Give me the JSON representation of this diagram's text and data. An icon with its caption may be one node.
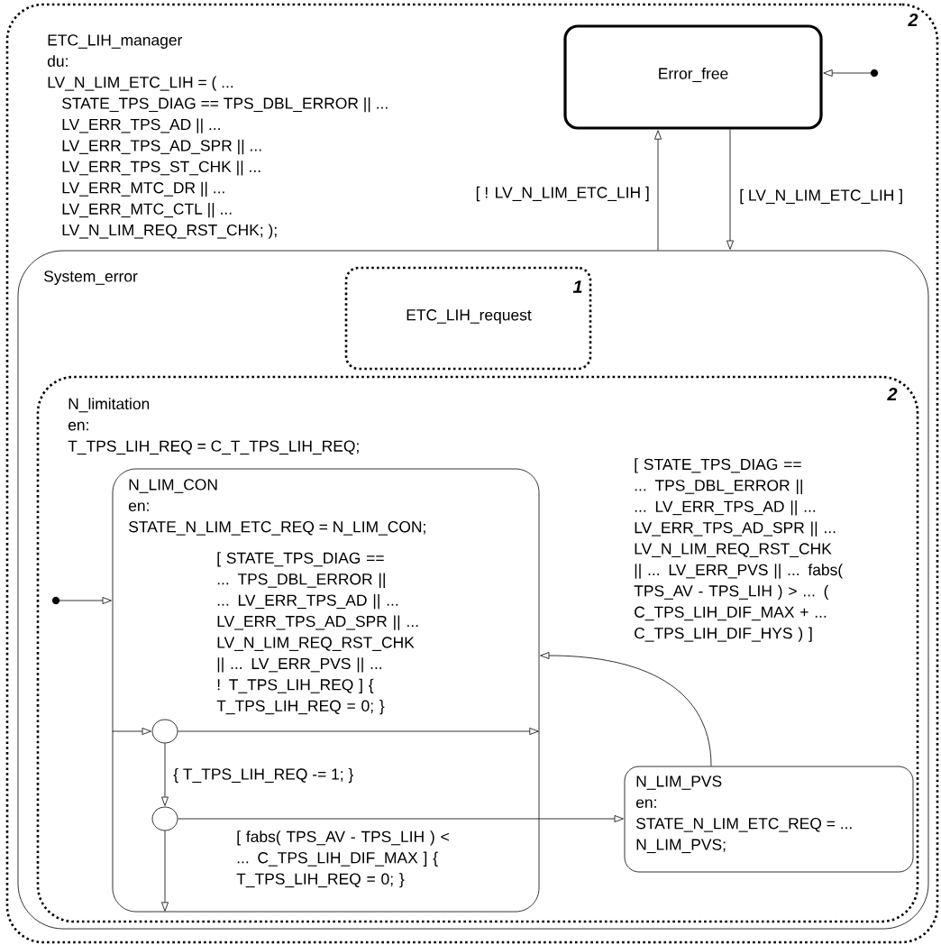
{
  "diagram": {
    "nodes": [
      {
        "text": [
          "ETC_LIH_manager",
          "du:",
          "LV_N_LIM_ETC_LIH = ( ...",
          "STATE_TPS_DIAG == TPS_DBL_ERROR || ...",
          "LV_ERR_TPS_AD || ...",
          "LV_ERR_TPS_AD_SPR || ...",
          "LV_ERR_TPS_ST_CHK || ...",
          "LV_ERR_MTC_DR || ...",
          "LV_ERR_MTC_CTL || ...",
          "LV_N_LIM_REQ_RST_CHK; );"
        ]
      },
      {
        "text": [
          "Error_free"
        ],
        "in": 0
      },
      {
        "text": [
          "System_error"
        ],
        "in": 0
      },
      {
        "text": [
          "ETC_LIH_request"
        ],
        "in": 2
      },
      {
        "text": [
          "N_limitation",
          "en:",
          "T_TPS_LIH_REQ = C_T_TPS_LIH_REQ;"
        ],
        "in": 2
      },
      {
        "text": [
          "N_LIM_CON",
          "en:",
          "STATE_N_LIM_ETC_REQ = N_LIM_CON;"
        ],
        "in": 4
      },
      {
        "text": [],
        "shape": "circle",
        "in": 5
      },
      {
        "text": [],
        "shape": "circle",
        "in": 5
      },
      {
        "text": [
          "N_LIM_PVS",
          "en:",
          "STATE_N_LIM_ETC_REQ = ...",
          "N_LIM_PVS;"
        ],
        "in": 4
      },
      {
        "text": [],
        "shape": "circle",
        "in": 0
      },
      {
        "text": [],
        "shape": "circle",
        "in": 4
      }
    ],
    "edges": [
      {
        "from": 9,
        "to": 1,
        "arrow": "to"
      },
      {
        "from": 2,
        "to": 1,
        "arrow": "to",
        "label": "[ ! LV_N_LIM_ETC_LIH ]"
      },
      {
        "from": 1,
        "to": 2,
        "arrow": "to",
        "label": "[ LV_N_LIM_ETC_LIH ]"
      },
      {
        "from": 10,
        "to": 5,
        "arrow": "to"
      },
      {
        "from": 5,
        "to": 6,
        "arrow": "to"
      },
      {
        "from": 6,
        "to": 5,
        "arrow": "to",
        "label": "[ STATE_TPS_DIAG == ... TPS_DBL_ERROR || ... LV_ERR_TPS_AD || ... LV_ERR_TPS_AD_SPR || ... LV_N_LIM_REQ_RST_CHK || ... LV_ERR_PVS || ... ! T_TPS_LIH_REQ ] { T_TPS_LIH_REQ = 0; }"
      },
      {
        "from": 6,
        "to": 7,
        "arrow": "to",
        "label": "{ T_TPS_LIH_REQ -= 1; }"
      },
      {
        "from": 7,
        "to": 8,
        "arrow": "to",
        "label": "[ fabs( TPS_AV - TPS_LIH ) < ... C_TPS_LIH_DIF_MAX ] { T_TPS_LIH_REQ = 0; }"
      },
      {
        "from": 7,
        "to": 5,
        "arrow": "to"
      },
      {
        "from": 8,
        "to": 5,
        "arrow": "to",
        "label": "[ STATE_TPS_DIAG == ... TPS_DBL_ERROR || ... LV_ERR_TPS_AD || ... LV_ERR_TPS_AD_SPR || ... LV_N_LIM_REQ_RST_CHK || ... LV_ERR_PVS || ... fabs( TPS_AV - TPS_LIH ) > ... ( C_TPS_LIH_DIF_MAX + ... C_TPS_LIH_DIF_HYS ) ]"
      }
    ],
    "labels": [
      "2",
      "1",
      "2"
    ]
  }
}
